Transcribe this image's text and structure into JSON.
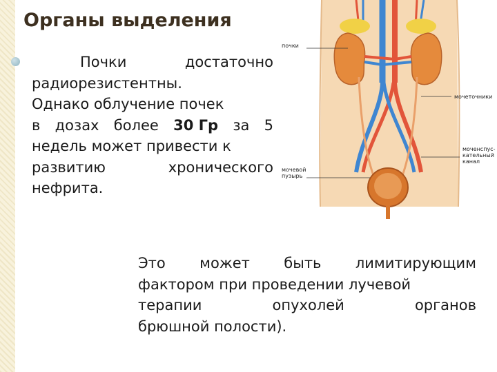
{
  "slide": {
    "title": "Органы выделения",
    "paragraph1": {
      "l1a": "Почки",
      "l1b": "достаточно",
      "l2": "радиорезистентны.",
      "l3": "Однако облучение почек",
      "l4a": "в",
      "l4b": "дозах",
      "l4c": "более",
      "l4d": "30 Гр",
      "l4e": "за",
      "l4f": "5",
      "l5": "недель может привести к",
      "l6a": "развитию",
      "l6b": "хронического",
      "l7": "нефрита."
    },
    "paragraph2": {
      "l1a": "Это",
      "l1b": "может",
      "l1c": "быть",
      "l1d": "лимитирующим",
      "l2": "фактором при  проведении лучевой",
      "l3a": "терапии",
      "l3b": "опухолей",
      "l3c": "органов",
      "l4": "брюшной полости)."
    }
  },
  "diagram": {
    "labels": {
      "kidneys": "почки",
      "ureters": "мочеточники",
      "bladder_1": "мочевой",
      "bladder_2": "пузырь",
      "ejac_1": "моченспус-",
      "ejac_2": "кательный",
      "ejac_3": "канал"
    },
    "colors": {
      "body": "#f6d9b4",
      "kidney": "#e58a3c",
      "artery": "#e2553a",
      "vein": "#3f86d1",
      "bladder": "#d7762c",
      "adrenal": "#f1d146"
    }
  }
}
